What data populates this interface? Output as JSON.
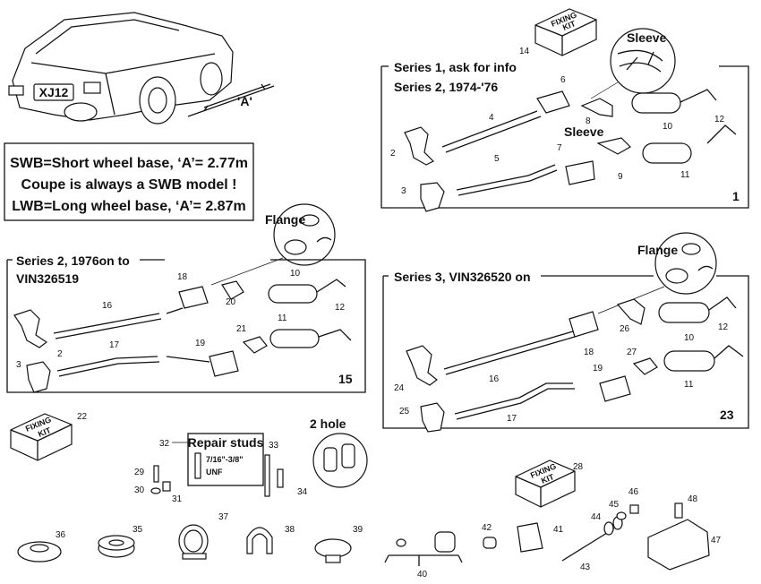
{
  "car": {
    "plate": "XJ12",
    "dimension": "'A'"
  },
  "note": {
    "line1": "SWB=Short wheel base, ‘A’= 2.77m",
    "line2": "Coupe is always a SWB model !",
    "line3": "LWB=Long wheel base, ‘A’= 2.87m"
  },
  "panel1": {
    "title1": "Series 1, ask for info",
    "title2": "Series 2, 1974-'76",
    "index": "1",
    "sleeve_label": "Sleeve",
    "sleeve_label2": "Sleeve",
    "callouts": [
      "2",
      "3",
      "4",
      "5",
      "6",
      "7",
      "8",
      "9",
      "10",
      "11",
      "12"
    ]
  },
  "panel15": {
    "title1": "Series 2, 1976on to",
    "title2": "VIN326519",
    "index": "15",
    "flange_label": "Flange",
    "callouts": [
      "2",
      "3",
      "10",
      "11",
      "12",
      "16",
      "17",
      "18",
      "19",
      "20",
      "21"
    ]
  },
  "panel23": {
    "title": "Series 3, VIN326520 on",
    "index": "23",
    "flange_label": "Flange",
    "callouts": [
      "10",
      "11",
      "12",
      "16",
      "17",
      "18",
      "19",
      "24",
      "25",
      "26",
      "27"
    ]
  },
  "fixing_kit": {
    "text1": "FIXING",
    "text2": "KIT"
  },
  "repair_studs": {
    "title": "Repair studs",
    "size": "7/16\"-3/8\"",
    "thread": "UNF"
  },
  "two_hole": "2 hole",
  "parts": {
    "p14": "14",
    "p22": "22",
    "p28": "28",
    "p29": "29",
    "p30": "30",
    "p31": "31",
    "p32": "32",
    "p33": "33",
    "p34": "34",
    "p35": "35",
    "p36": "36",
    "p37": "37",
    "p38": "38",
    "p39": "39",
    "p40": "40",
    "p41": "41",
    "p42": "42",
    "p43": "43",
    "p44": "44",
    "p45": "45",
    "p46": "46",
    "p47": "47",
    "p48": "48"
  }
}
